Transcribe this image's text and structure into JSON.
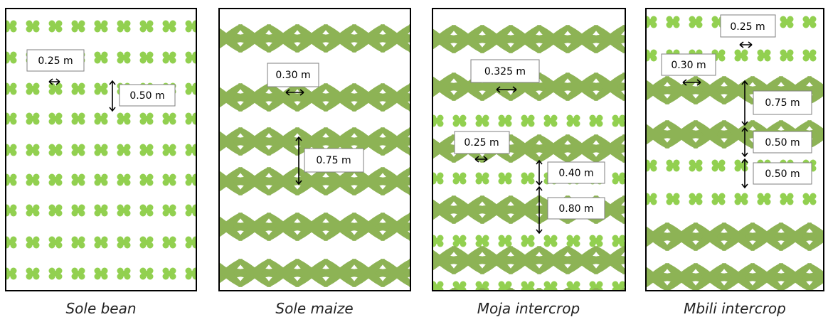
{
  "colors": {
    "bean": "#92d050",
    "maize": "#8db355",
    "frame": "#000000",
    "label_border": "#7f7f7f"
  },
  "panels": [
    {
      "caption": "Sole bean",
      "rows": [
        "bean",
        "bean",
        "bean",
        "bean",
        "bean",
        "bean",
        "bean",
        "bean",
        "bean"
      ],
      "labels": {
        "in_row": "0.25 m",
        "between_rows": "0.50 m"
      }
    },
    {
      "caption": "Sole maize",
      "rows": [
        "maize",
        "maize",
        "maize",
        "maize",
        "maize",
        "maize"
      ],
      "labels": {
        "in_row": "0.30 m",
        "between_rows": "0.75 m"
      }
    },
    {
      "caption": "Moja intercrop",
      "rows": [
        "maize",
        "maize",
        "bean",
        "maize",
        "bean",
        "maize",
        "bean",
        "maize",
        "bean",
        "maize"
      ],
      "labels": {
        "maize_in_row": "0.325 m",
        "bean_in_row": "0.25 m",
        "maize_to_bean": "0.40 m",
        "between_maize": "0.80 m"
      }
    },
    {
      "caption": "Mbili intercrop",
      "rows": [
        "bean",
        "bean",
        "maize",
        "maize",
        "bean",
        "bean",
        "maize",
        "maize"
      ],
      "labels": {
        "bean_in_row": "0.25 m",
        "maize_in_row": "0.30 m",
        "between_maize": "0.75 m",
        "maize_to_bean": "0.50 m",
        "between_bean": "0.50 m"
      }
    }
  ]
}
